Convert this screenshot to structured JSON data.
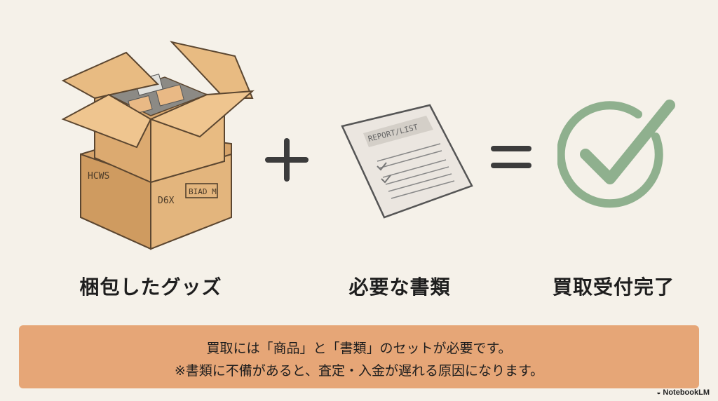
{
  "slide": {
    "items": [
      {
        "label": "梱包したグッズ",
        "icon": "packed-boxes-illustration"
      },
      {
        "label": "必要な書類",
        "icon": "document-illustration",
        "doc_title": "REPORT/LIST"
      },
      {
        "label": "買取受付完了",
        "icon": "green-checkmark-circle"
      }
    ],
    "operators": {
      "plus": "+",
      "equals": "="
    },
    "banner": {
      "line1": "買取には「商品」と「書類」のセットが必要です。",
      "line2": "※書類に不備があると、査定・入金が遅れる原因になります。"
    },
    "brand": "NotebookLM",
    "colors": {
      "background": "#f5f1e9",
      "banner": "#e6a677",
      "check": "#8fb08e",
      "cardboard": "#d9a56a"
    }
  }
}
